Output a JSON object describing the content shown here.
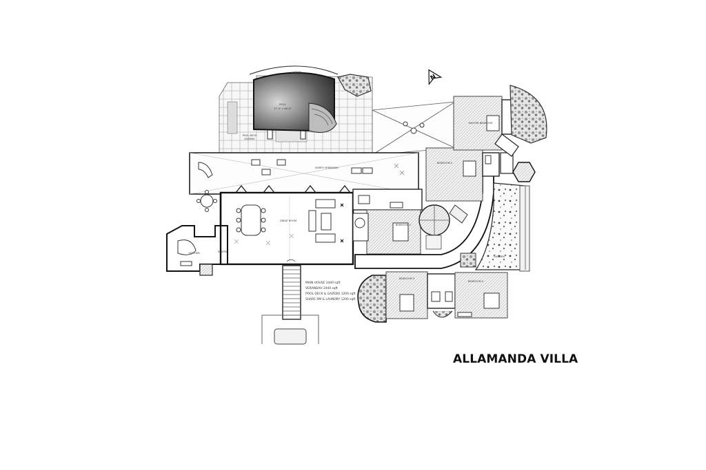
{
  "title": "ALLAMANDA VILLA",
  "areas": [
    "MAIN HOUSE 2440 sqft",
    "VERANDAH 2440 sqft",
    "POOL DECK & GAZEBO 1200 sqft",
    "SHARE RM & LAUNDRY  1200 sqft"
  ],
  "rooms": {
    "cabana": "CABANA",
    "pool": "POOL",
    "pool_size": "17'-0\" x 46'-0\"",
    "pool_deck": "POOL DECK",
    "pool_deck_sub": "GAZEBO",
    "north_verandah": "NORTH VERANDAH",
    "great_room": "GREAT ROOM",
    "master_bedroom": "MASTER BEDROOM",
    "bedroom_1": "BEDROOM 1",
    "bedroom_2": "BEDROOM 2",
    "bedroom_3": "BEDROOM 3",
    "bedroom_4": "BEDROOM 4",
    "kitchen": "KITCHEN",
    "garden": "GARDEN",
    "pantry": "PANTRY"
  },
  "compass": "N"
}
